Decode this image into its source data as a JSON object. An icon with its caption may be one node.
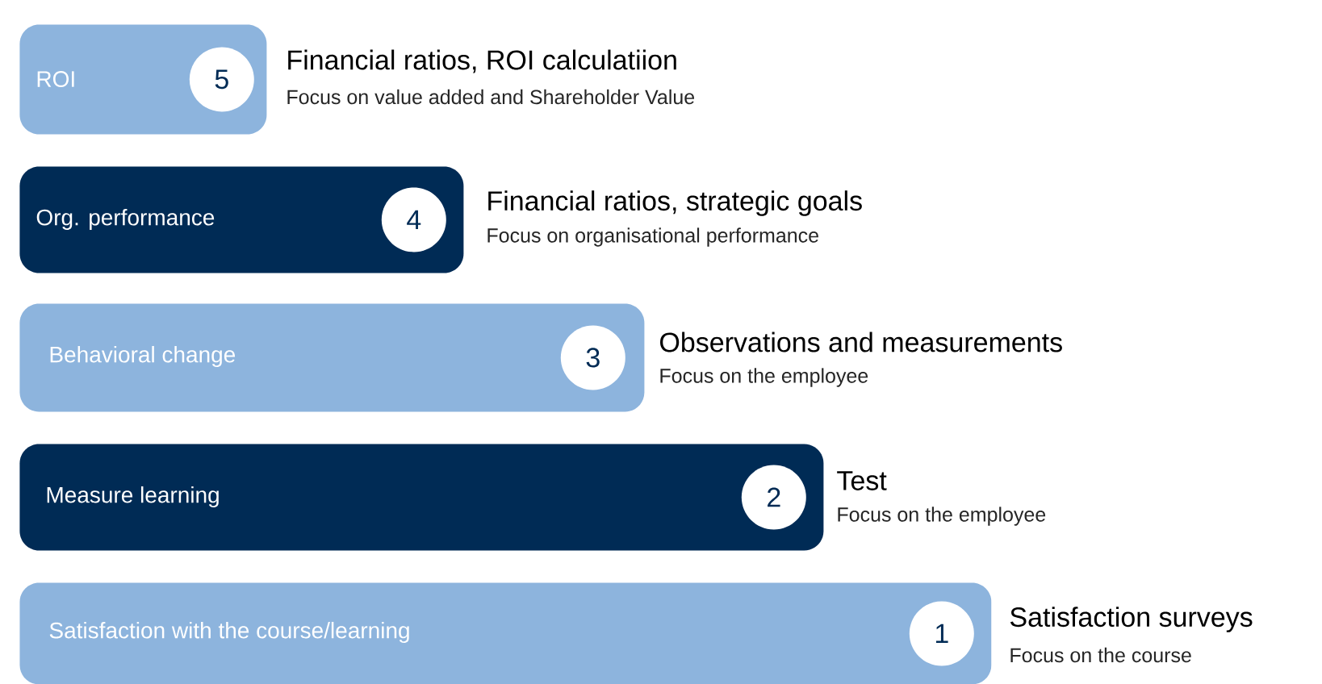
{
  "diagram": {
    "nodes": [
      {
        "text": [
          "ROI"
        ],
        "beside": [
          "Financial ratios, ROI calculatiion",
          "Focus on value added and Shareholder Value"
        ]
      },
      {
        "text": [
          "5"
        ],
        "in": 0
      },
      {
        "text": [
          "Org. performance"
        ],
        "beside": [
          "Financial ratios, strategic goals",
          "Focus on organisational performance"
        ]
      },
      {
        "text": [
          "4"
        ],
        "in": 2
      },
      {
        "text": [
          "Behavioral change"
        ],
        "beside": [
          "Observations and measurements",
          "Focus on the employee"
        ]
      },
      {
        "text": [
          "3"
        ],
        "in": 4
      },
      {
        "text": [
          "Measure learning"
        ],
        "beside": [
          "Test",
          "Focus on the employee"
        ]
      },
      {
        "text": [
          "2"
        ],
        "in": 6
      },
      {
        "text": [
          "Satisfaction with the course/learning"
        ],
        "beside": [
          "Satisfaction surveys",
          "Focus on the course"
        ]
      },
      {
        "text": [
          "1"
        ],
        "in": 8
      }
    ]
  }
}
